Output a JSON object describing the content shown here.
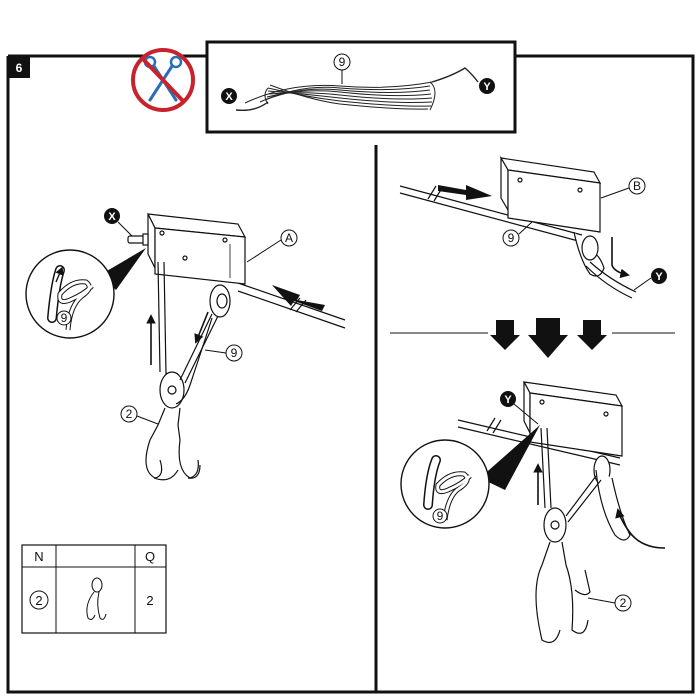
{
  "step": {
    "number": "6"
  },
  "warning": {
    "icon": "no-scissors-icon"
  },
  "cord_legend": {
    "label_cord": "9",
    "end_start": "X",
    "end_finish": "Y"
  },
  "left_panel": {
    "end_label": "X",
    "bracket_label": "A",
    "rope_label": "9",
    "hook_label": "2",
    "knot_rope_label": "9"
  },
  "right_top_panel": {
    "bracket_label": "B",
    "rope_label": "9",
    "end_label": "Y"
  },
  "right_bottom_panel": {
    "end_label": "Y",
    "knot_rope_label": "9",
    "hook_label": "2"
  },
  "parts_table": {
    "headers": [
      "N",
      "",
      "Q"
    ],
    "rows": [
      {
        "n": "2",
        "q": "2"
      }
    ]
  }
}
